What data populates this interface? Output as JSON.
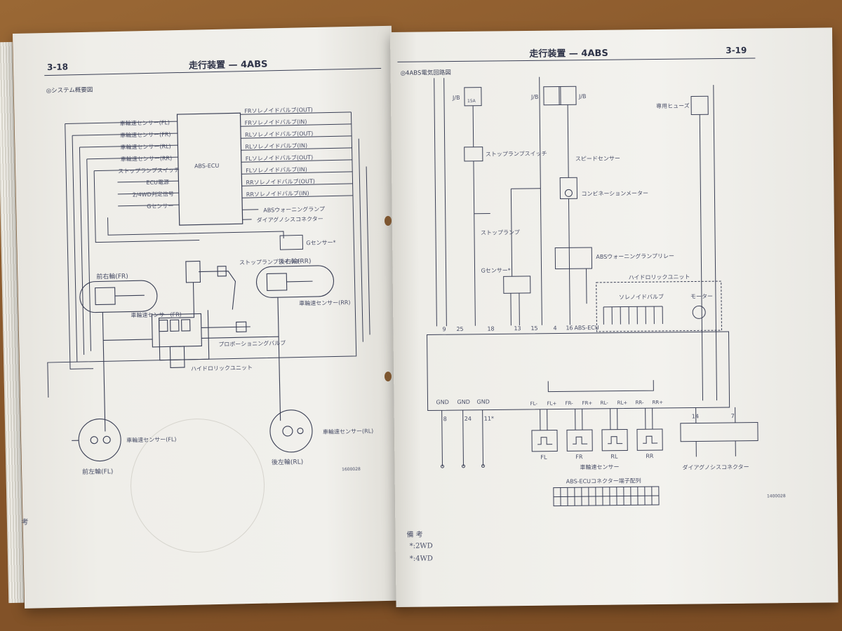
{
  "left_page": {
    "page_number": "3-18",
    "header_title": "走行装置 — 4ABS",
    "section_title": "◎システム概要図",
    "ecu_label": "ABS-ECU",
    "input_labels": [
      "車輪速センサー(FL)",
      "車輪速センサー(FR)",
      "車輪速センサー(RL)",
      "車輪速センサー(RR)",
      "ストップランプスイッチ",
      "ECU電源",
      "2/4WD判定信号",
      "Gセンサー"
    ],
    "output_labels": [
      "FRソレノイドバルブ(OUT)",
      "FRソレノイドバルブ(IN)",
      "RLソレノイドバルブ(OUT)",
      "RLソレノイドバルブ(IN)",
      "FLソレノイドバルブ(OUT)",
      "FLソレノイドバルブ(IN)",
      "RRソレノイドバルブ(OUT)",
      "RRソレノイドバルブ(IN)"
    ],
    "warning_lamp": "ABSウォーニングランプ",
    "diag_connector": "ダイアグノシスコネクター",
    "g_sensor": "Gセンサー*",
    "stop_lamp_switch": "ストップランプスイッチ",
    "front_right": "前右輪(FR)",
    "rear_right": "後右輪(RR)",
    "front_left": "前左輪(FL)",
    "rear_left": "後左輪(RL)",
    "wheel_sensor_fr": "車輪速センサー(FR)",
    "wheel_sensor_rr": "車輪速センサー(RR)",
    "wheel_sensor_fl": "車輪速センサー(FL)",
    "wheel_sensor_rl": "車輪速センサー(RL)",
    "proportioning_valve": "プロポーショニングバルブ",
    "hydraulic_unit": "ハイドロリックユニット",
    "figure_code": "1600028",
    "footnote_partial": "考"
  },
  "right_page": {
    "page_number": "3-19",
    "header_title": "走行装置 — 4ABS",
    "section_title": "◎4ABS電気回路図",
    "stop_lamp_switch": "ストップランプスイッチ",
    "speed_sensor": "スピードセンサー",
    "combination_meter": "コンビネーションメーター",
    "stop_lamp": "ストップランプ",
    "g_sensor": "Gセンサー*",
    "warning_relay": "ABSウォーニングランプリレー",
    "hydraulic_unit": "ハイドロリックユニット",
    "solenoid_valve": "ソレノイドバルブ",
    "motor": "モーター",
    "dedicated_fuse": "専用ヒューズ",
    "ecu_label": "ABS-ECU",
    "fuse_labels": [
      "J/B",
      "J/B",
      "J/B"
    ],
    "fuse_rating": "15A",
    "terminals_top": [
      "9",
      "25",
      "18",
      "13",
      "15",
      "4",
      "16"
    ],
    "gnd": "GND",
    "terminals_bottom": [
      "8",
      "24",
      "11*"
    ],
    "sensor_pins": [
      "FL-",
      "FL+",
      "FR-",
      "FR+",
      "RL-",
      "RL+",
      "RR-",
      "RR+"
    ],
    "wheel_names": [
      "FL",
      "FR",
      "RL",
      "RR"
    ],
    "wheel_speed_sensor": "車輪速センサー",
    "diag_pins": [
      "14",
      "7"
    ],
    "diag_connector": "ダイアグノシスコネクター",
    "connector_caption": "ABS-ECUコネクター端子配列",
    "figure_code": "1400028",
    "legend_title": "備 考",
    "legend_items": [
      "*:2WD",
      "*:4WD"
    ]
  }
}
